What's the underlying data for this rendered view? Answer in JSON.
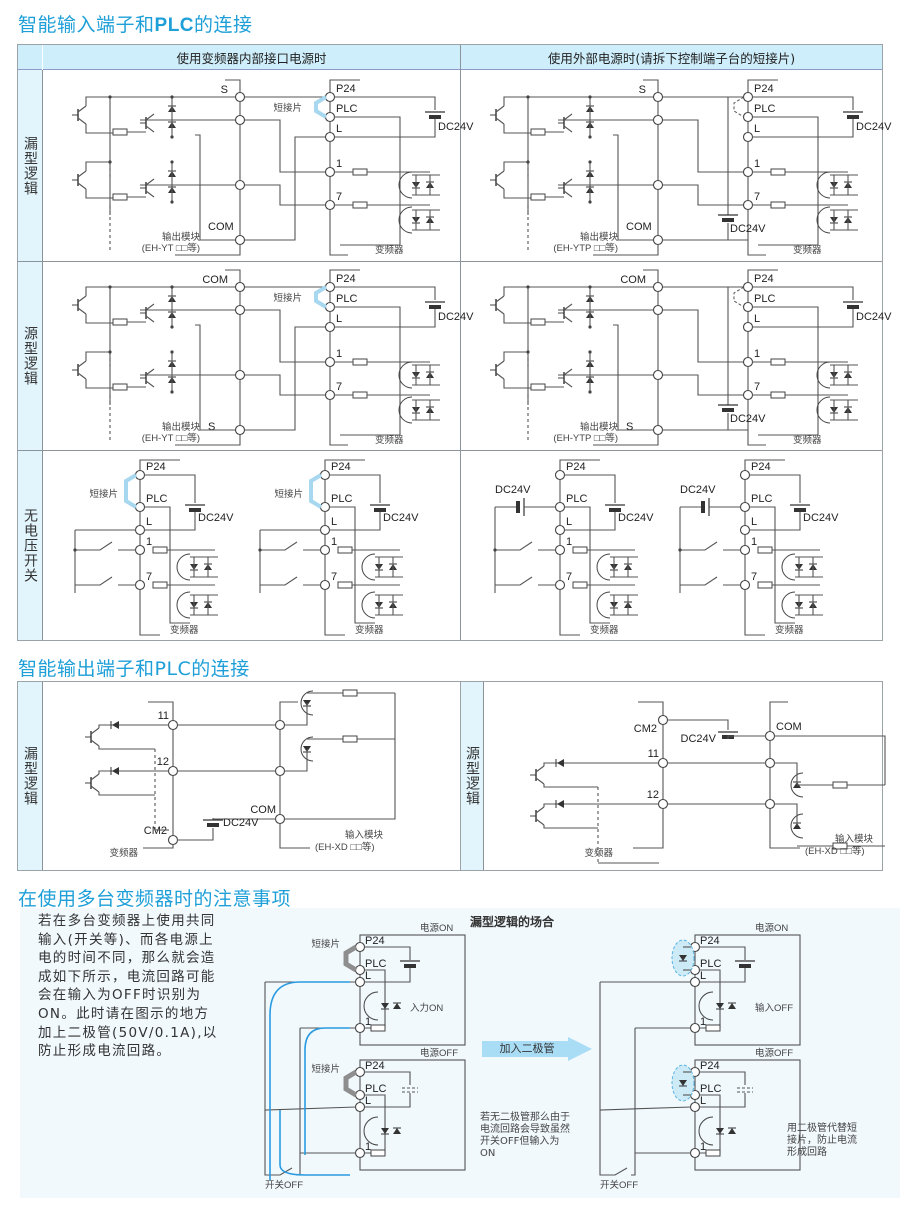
{
  "section1": {
    "title_prefix": "智能输入端子和",
    "title_plc": "PLC",
    "title_suffix": "的连接",
    "col_headers": [
      "使用变频器内部接口电源时",
      "使用外部电源时(请拆下控制端子台的短接片)"
    ],
    "rows": [
      {
        "label": "漏型逻辑"
      },
      {
        "label": "源型逻辑"
      },
      {
        "label": "无电压开关"
      }
    ]
  },
  "section2": {
    "title": "智能输出端子和PLC的连接",
    "rows": [
      {
        "label": "漏型逻辑"
      },
      {
        "label": "源型逻辑"
      }
    ]
  },
  "section3": {
    "title": "在使用多台变频器时的注意事项",
    "note": "若在多台变频器上使用共同输入(开关等)、而各电源上电的时间不同，那么就会造成如下所示，电流回路可能会在输入为OFF时识别为ON。此时请在图示的地方加上二极管(50V/0.1A),以防止形成电流回路。",
    "diagram_title": "漏型逻辑的场合",
    "arrow_label": "加入二极管",
    "left_caption": "若无二极管那么由于电流回路会导致虽然开关OFF但输入为ON",
    "right_caption": "用二极管代替短接片，防止电流形成回路"
  },
  "labels": {
    "S": "S",
    "COM": "COM",
    "P24": "P24",
    "PLC": "PLC",
    "L": "L",
    "t1": "1",
    "t7": "7",
    "t11": "11",
    "t12": "12",
    "CM2": "CM2",
    "dc24v": "DC24V",
    "jumper": "短接片",
    "inverter": "变频器",
    "out_module": "输出模块",
    "out_model_yt": "(EH-YT □□等)",
    "out_model_ytp": "(EH-YTP □□等)",
    "in_module": "输入模块",
    "in_model_xd": "(EH-XD □□等)",
    "power_on": "电源ON",
    "power_off": "电源OFF",
    "input_on": "入力ON",
    "input_off": "输入OFF",
    "switch_off": "开关OFF"
  },
  "colors": {
    "accent": "#1e9fd8",
    "header_bg": "#cfeefb",
    "side_bg": "#e2f5fc",
    "jumper": "#a8d8f0",
    "flow": "#2a9be0"
  }
}
